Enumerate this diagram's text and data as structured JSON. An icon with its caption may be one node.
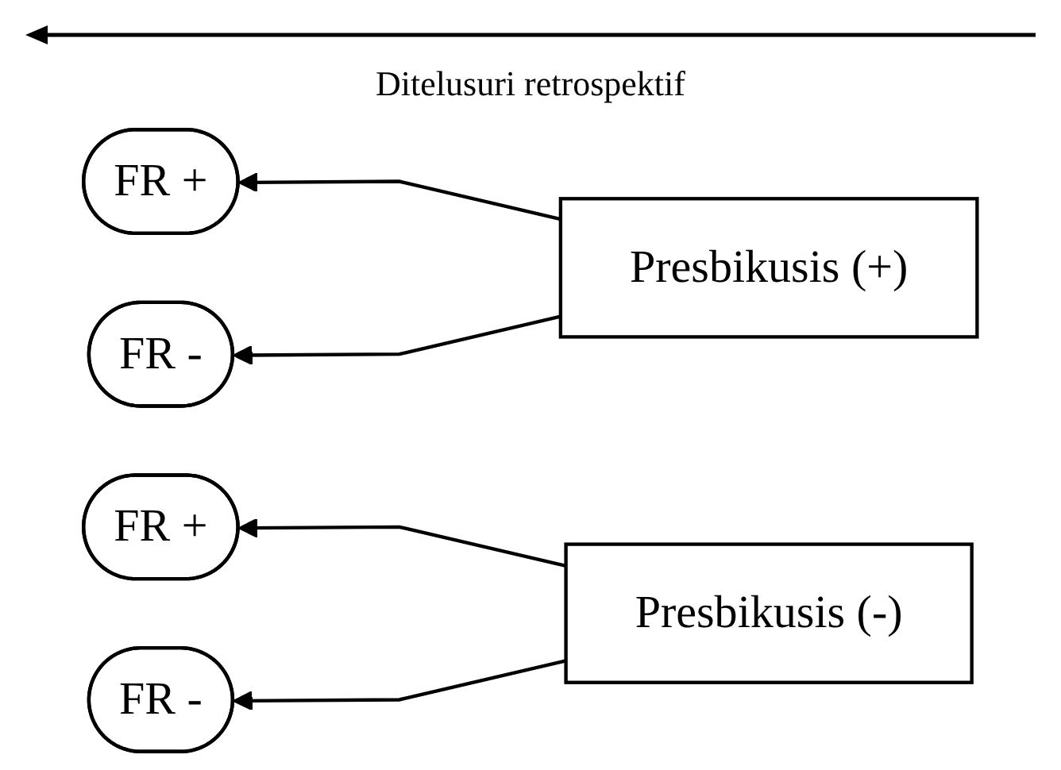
{
  "diagram": {
    "nodes": [
      {
        "text": [
          "FR +"
        ]
      },
      {
        "text": [
          "FR -"
        ]
      },
      {
        "text": [
          "Presbikusis (+)"
        ]
      },
      {
        "text": [
          "FR +"
        ]
      },
      {
        "text": [
          "FR -"
        ]
      },
      {
        "text": [
          "Presbikusis (-)"
        ]
      }
    ],
    "edges": [
      {
        "from": 2,
        "to": 0,
        "arrow": "to"
      },
      {
        "from": 2,
        "to": 1,
        "arrow": "to"
      },
      {
        "from": 5,
        "to": 3,
        "arrow": "to"
      },
      {
        "from": 5,
        "to": 4,
        "arrow": "to"
      }
    ],
    "labels": [
      "Ditelusuri retrospektif"
    ]
  }
}
